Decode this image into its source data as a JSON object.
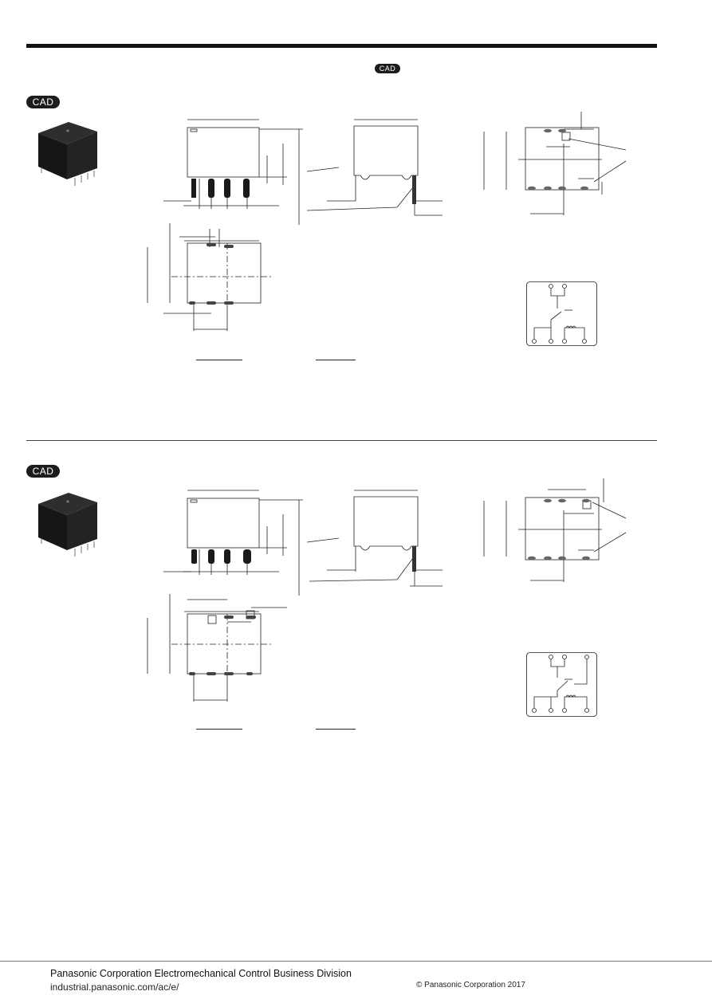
{
  "header": {
    "cad_badge_top": "CAD"
  },
  "sections": [
    {
      "cad_badge": "CAD"
    },
    {
      "cad_badge": "CAD"
    }
  ],
  "footer": {
    "company": "Panasonic Corporation Electromechanical Control Business Division",
    "url": "industrial.panasonic.com/ac/e/",
    "copyright": "© Panasonic Corporation 2017"
  }
}
